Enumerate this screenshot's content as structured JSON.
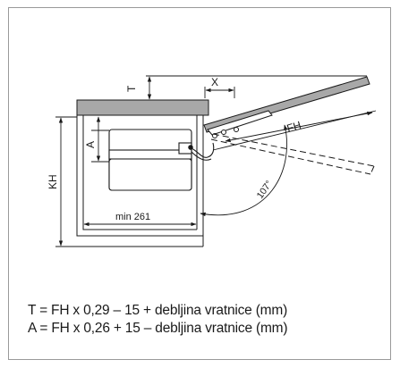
{
  "diagram": {
    "labels": {
      "t": "T",
      "x": "X",
      "a": "A",
      "kh": "KH",
      "fh": "FH",
      "min": "min 261",
      "angle": "107°"
    }
  },
  "formulas": {
    "t_formula": "T = FH x 0,29 – 15 + debljina vratnice (mm)",
    "a_formula": "A = FH x 0,26 + 15 – debljina vratnice (mm)"
  },
  "colors": {
    "frame_border": "#9a9a9a",
    "panel_fill": "#a8a8a8",
    "line": "#1a1a1a"
  }
}
